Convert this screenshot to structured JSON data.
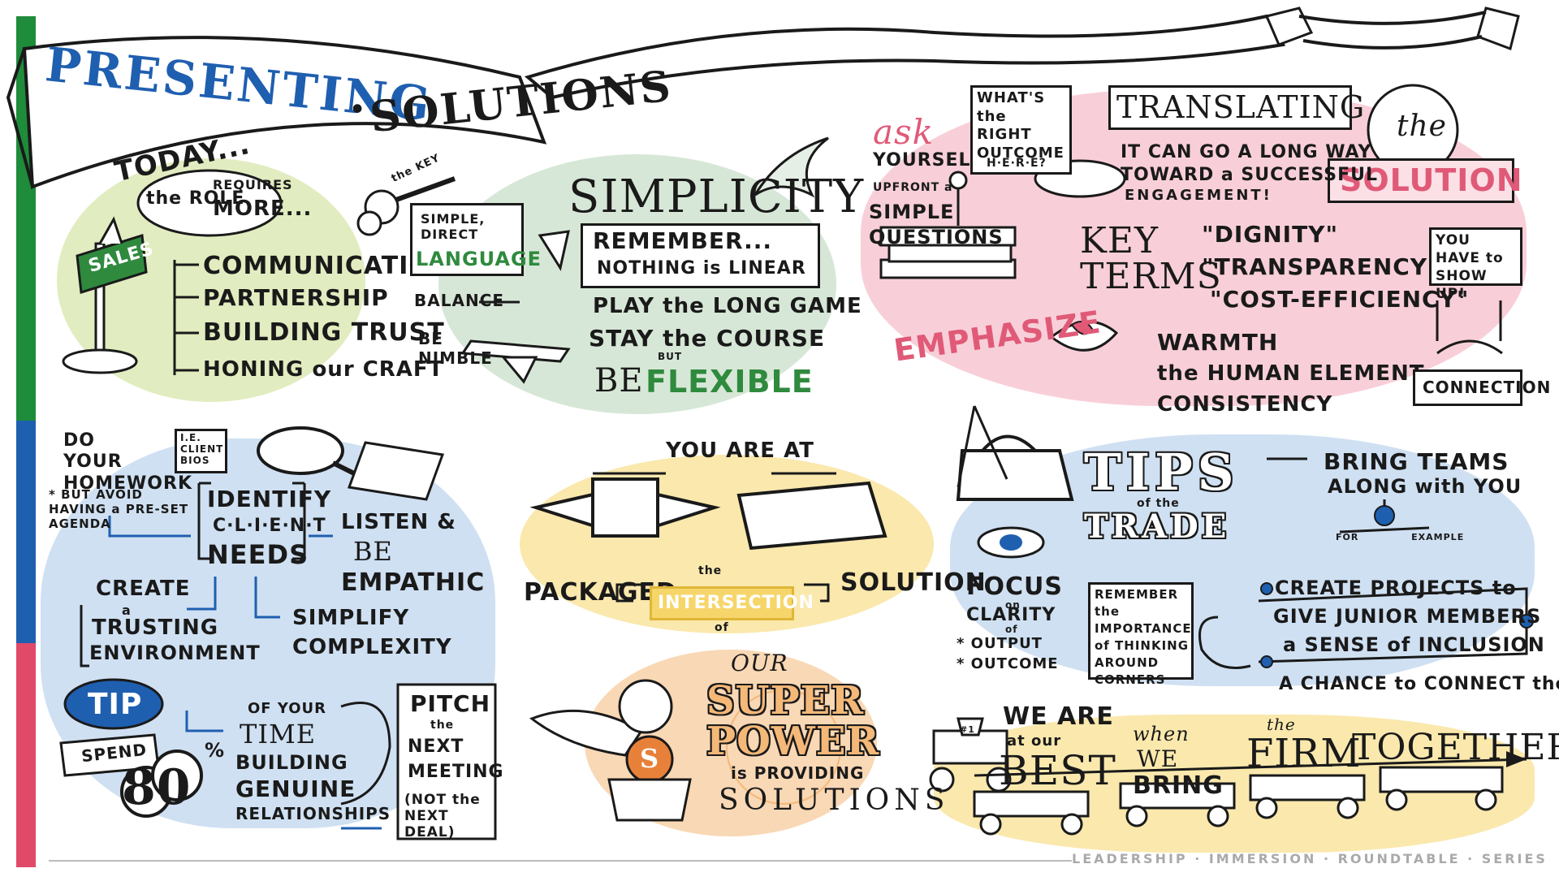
{
  "title": {
    "part1": "PRESENTING",
    "dot": "·",
    "part2": "SOLUTIONS"
  },
  "colors": {
    "green_blob": "#dbe7b4",
    "sage_blob": "#cfe0cf",
    "pink_blob": "#f6c9d2",
    "blue_blob": "#c9dcf0",
    "yellow_blob": "#f9e7a6",
    "orange_blob": "#f8d2a8",
    "pink_accent": "#e05a78",
    "green_accent": "#2f8a3e",
    "blue_accent": "#1f5fb0",
    "bar_green": "#1e8c3a",
    "bar_blue": "#1f5fb0",
    "bar_red": "#e04a68"
  },
  "today": {
    "heading": "TODAY...",
    "bubble_prefix": "the ROLE",
    "bubble_requires": "REQUIRES",
    "bubble_more": "MORE...",
    "sign": "SALES",
    "items": [
      "COMMUNICATION",
      "PARTNERSHIP",
      "BUILDING TRUST",
      "HONING our CRAFT"
    ]
  },
  "simplicity": {
    "key_label": "the KEY",
    "heading": "SIMPLICITY",
    "simple_direct": "SIMPLE, DIRECT",
    "language": "LANGUAGE",
    "remember": "REMEMBER...",
    "nothing_linear": "NOTHING is LINEAR",
    "balance": "BALANCE",
    "be_nimble": "BE NIMBLE",
    "play_long_game": "PLAY the LONG GAME",
    "stay_course": "STAY the COURSE",
    "but": "BUT",
    "be": "BE",
    "flexible": "FLEXIBLE"
  },
  "translating": {
    "ask": "ask",
    "yourself": "YOURSELF",
    "upfront": "UPFRONT a",
    "simple_questions": "SIMPLE QUESTIONS",
    "whats_right": "WHAT'S the RIGHT OUTCOME",
    "here": "H·E·R·E?",
    "heading": "TRANSLATING",
    "the": "the",
    "solution": "SOLUTION",
    "long_way": "IT CAN GO A LONG WAY",
    "toward": "TOWARD a SUCCESSFUL",
    "engagement": "ENGAGEMENT!",
    "key_terms": "KEY TERMS",
    "terms": [
      "\"DIGNITY\"",
      "\"TRANSPARENCY\"",
      "\"COST-EFFICIENCY\""
    ],
    "emphasize": "EMPHASIZE",
    "emph_items": [
      "WARMTH",
      "the HUMAN ELEMENT",
      "CONSISTENCY"
    ],
    "show_up": "YOU HAVE to SHOW UP!",
    "connection": "CONNECTION"
  },
  "homework": {
    "do_homework": "DO YOUR HOMEWORK",
    "ie": "I.E. CLIENT BIOS",
    "but_avoid": "* BUT AVOID HAVING a PRE-SET AGENDA",
    "identify": "IDENTIFY",
    "client": "C·L·I·E·N·T",
    "needs": "NEEDS",
    "listen": "LISTEN &",
    "be": "BE",
    "empathic": "EMPATHIC",
    "create": "CREATE",
    "a": "a",
    "trusting": "TRUSTING",
    "environment": "ENVIRONMENT",
    "simplify": "SIMPLIFY",
    "complexity": "COMPLEXITY",
    "tip": "TIP",
    "spend": "SPEND",
    "percent_value": "80",
    "percent_sign": "%",
    "of_your": "OF YOUR",
    "time": "TIME",
    "building": "BUILDING",
    "genuine": "GENUINE",
    "relationships": "RELATIONSHIPS",
    "pitch": "PITCH",
    "the": "the",
    "next_meeting": "NEXT MEETING",
    "not_next_deal": "(NOT the NEXT DEAL)"
  },
  "intersection": {
    "you_are_at": "YOU ARE AT",
    "packaged": "PACKAGED",
    "the": "the",
    "intersection": "INTERSECTION",
    "of": "of",
    "solution": "SOLUTION"
  },
  "superpower": {
    "our": "OUR",
    "super": "SUPER",
    "power": "POWER",
    "is_providing": "is PROVIDING",
    "solutions": "SOLUTIONS",
    "badge": "S"
  },
  "tips": {
    "tips": "TIPS",
    "of_the": "of the",
    "trade": "TRADE",
    "bring_teams": "BRING TEAMS",
    "along": "ALONG with YOU",
    "for_example": "FOR EXAMPLE",
    "focus": "FOCUS",
    "on": "on",
    "clarity": "CLARITY",
    "of": "of",
    "output": "* OUTPUT",
    "outcome": "* OUTCOME",
    "remember": "REMEMBER the IMPORTANCE of THINKING AROUND CORNERS",
    "create_projects": "CREATE PROJECTS to",
    "give_junior": "GIVE JUNIOR MEMBERS",
    "inclusion": "a SENSE of INCLUSION",
    "chance": "A CHANCE to CONNECT the DOTS"
  },
  "together": {
    "we_are": "WE ARE",
    "at_our": "at our",
    "best": "BEST",
    "when": "when",
    "we": "WE",
    "bring": "BRING",
    "the": "the",
    "firm": "FIRM",
    "together": "TOGETHER!",
    "trophy": "#1"
  },
  "footer": "LEADERSHIP · IMMERSION · ROUNDTABLE · SERIES"
}
